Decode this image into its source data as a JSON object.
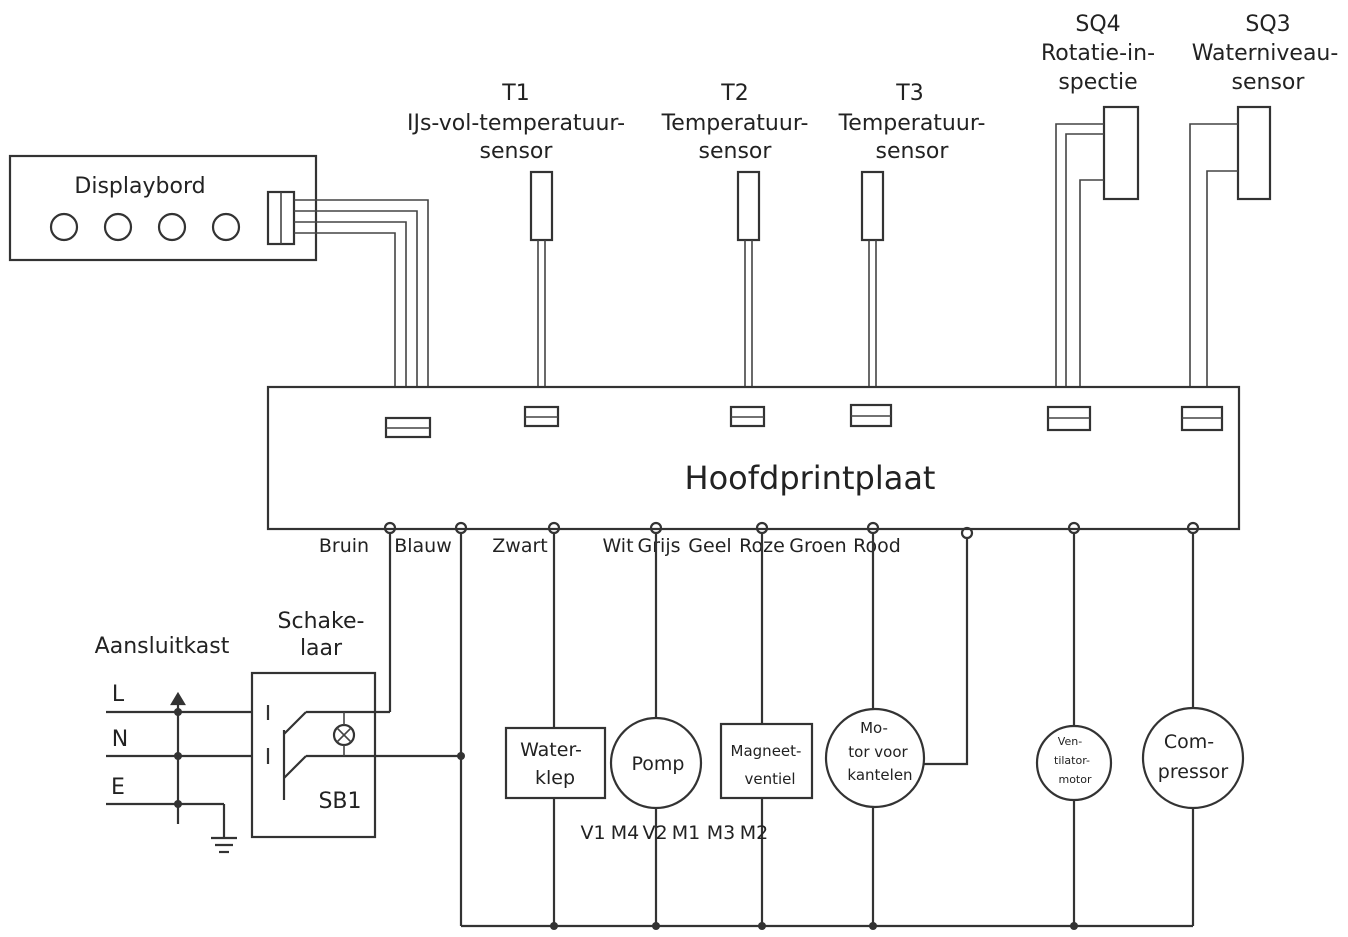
{
  "display_board": "Displaybord",
  "sensors": [
    {
      "id": "T1",
      "line1": "IJs-vol-temperatuur-",
      "line2": "sensor"
    },
    {
      "id": "T2",
      "line1": "Temperatuur-",
      "line2": "sensor"
    },
    {
      "id": "T3",
      "line1": "Temperatuur-",
      "line2": "sensor"
    },
    {
      "id": "SQ4",
      "line1": "Rotatie-in-",
      "line2": "spectie"
    },
    {
      "id": "SQ3",
      "line1": "Waterniveau-",
      "line2": "sensor"
    }
  ],
  "main_board": "Hoofdprintplaat",
  "wire_colors": [
    "Bruin",
    "Blauw",
    "Zwart",
    "Wit",
    "Grijs",
    "Geel",
    "Roze",
    "Groen",
    "Rood"
  ],
  "junction_box": {
    "label": "Aansluitkast",
    "terminals": [
      "L",
      "N",
      "E"
    ]
  },
  "switch": {
    "line1": "Schake-",
    "line2": "laar",
    "id": "SB1"
  },
  "components": {
    "water_valve": [
      "Water-",
      "klep"
    ],
    "pump": "Pomp",
    "solenoid": [
      "Magneet-",
      "ventiel"
    ],
    "tilt_motor": [
      "Mo-",
      "tor voor",
      "kantelen"
    ],
    "fan_motor": [
      "Ven-",
      "tilator-",
      "motor"
    ],
    "compressor": [
      "Com-",
      "pressor"
    ]
  },
  "component_codes": [
    "V1",
    "M4",
    "V2",
    "M1",
    "M3",
    "M2"
  ]
}
